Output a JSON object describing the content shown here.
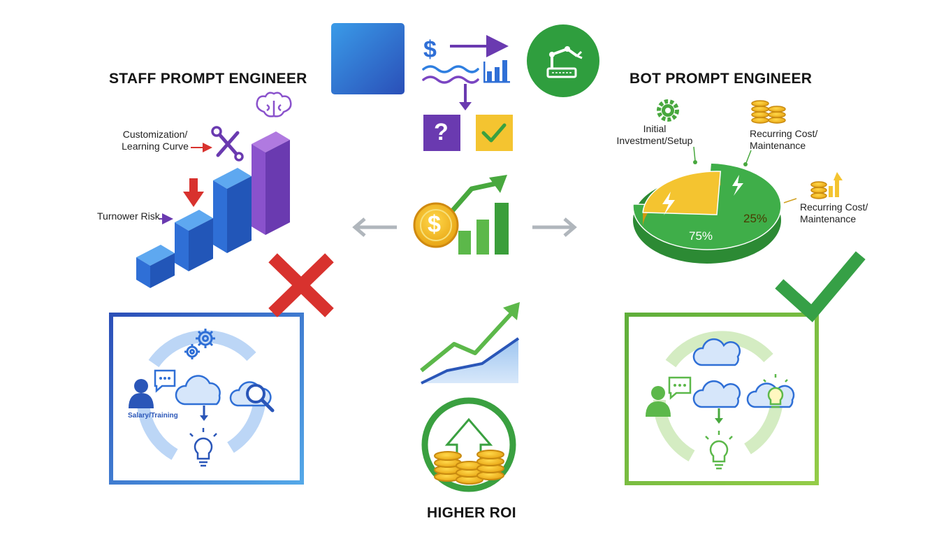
{
  "left": {
    "heading": "STAFF PROMPT ENGINEER",
    "label_customization": "Customization/\nLearning Curve",
    "label_turnover": "Turnower Risk",
    "label_salary": "Salary/Training",
    "verdict_icon": "red-x-icon",
    "colors": {
      "bars": "#2f6fd6",
      "bar_top": "#7a45c2",
      "frame": "#3a63c8",
      "cross": "#d8322e"
    }
  },
  "right": {
    "heading": "BOT PROMPT ENGINEER",
    "label_initial": "Initial\nInvestment/Setup",
    "label_recurring_top": "Recurring Cost/\nMaintenance",
    "label_recurring_right": "Recurring Cost/\nMaintenance",
    "verdict_icon": "green-check-icon",
    "chart_data": {
      "type": "pie",
      "slices": [
        {
          "label": "75%",
          "value": 75,
          "color": "#3fae49"
        },
        {
          "label": "25%",
          "value": 25,
          "color": "#f4c430"
        }
      ]
    },
    "colors": {
      "frame": "#7ec242",
      "check": "#36a046"
    }
  },
  "center": {
    "footer": "HIGHER ROI",
    "dollar_glyph": "$",
    "question_glyph": "?",
    "icons": [
      "blue-square-icon",
      "dollar-icon",
      "arrow-right-icon",
      "wave-icon",
      "bar-chart-icon",
      "robot-arm-icon",
      "question-icon",
      "check-icon",
      "coin-growth-icon",
      "trend-chart-icon",
      "coin-stack-arrow-icon"
    ]
  }
}
